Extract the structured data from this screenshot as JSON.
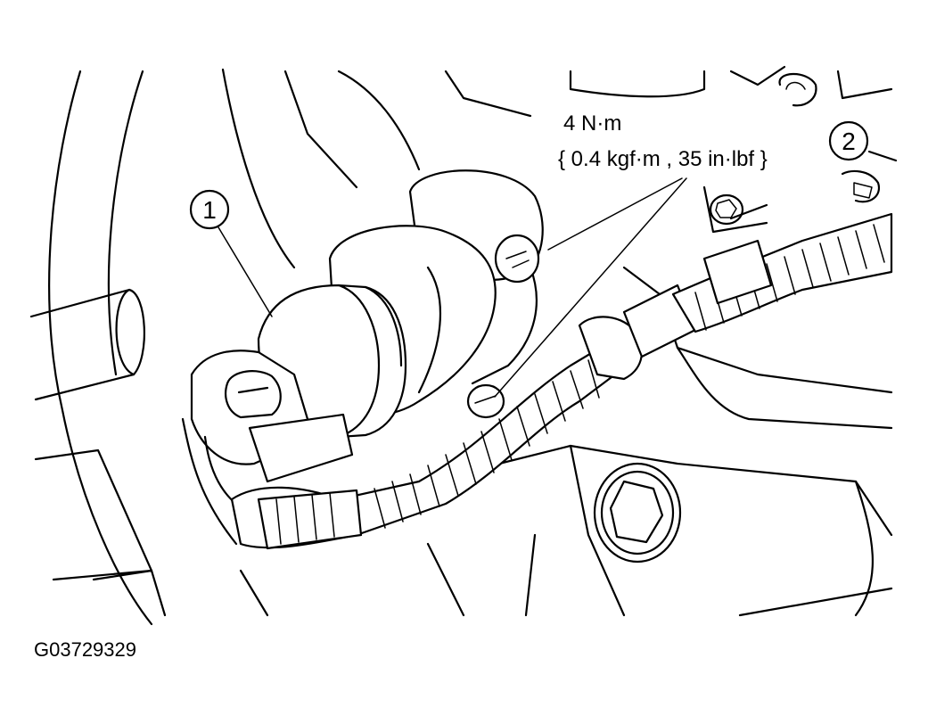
{
  "callouts": [
    {
      "id": "1",
      "label": "1"
    },
    {
      "id": "2",
      "label": "2"
    }
  ],
  "torque_spec": {
    "line1": "4 N·m",
    "line2": "{ 0.4 kgf·m , 35 in·lbf }"
  },
  "figure_code": "G03729329"
}
